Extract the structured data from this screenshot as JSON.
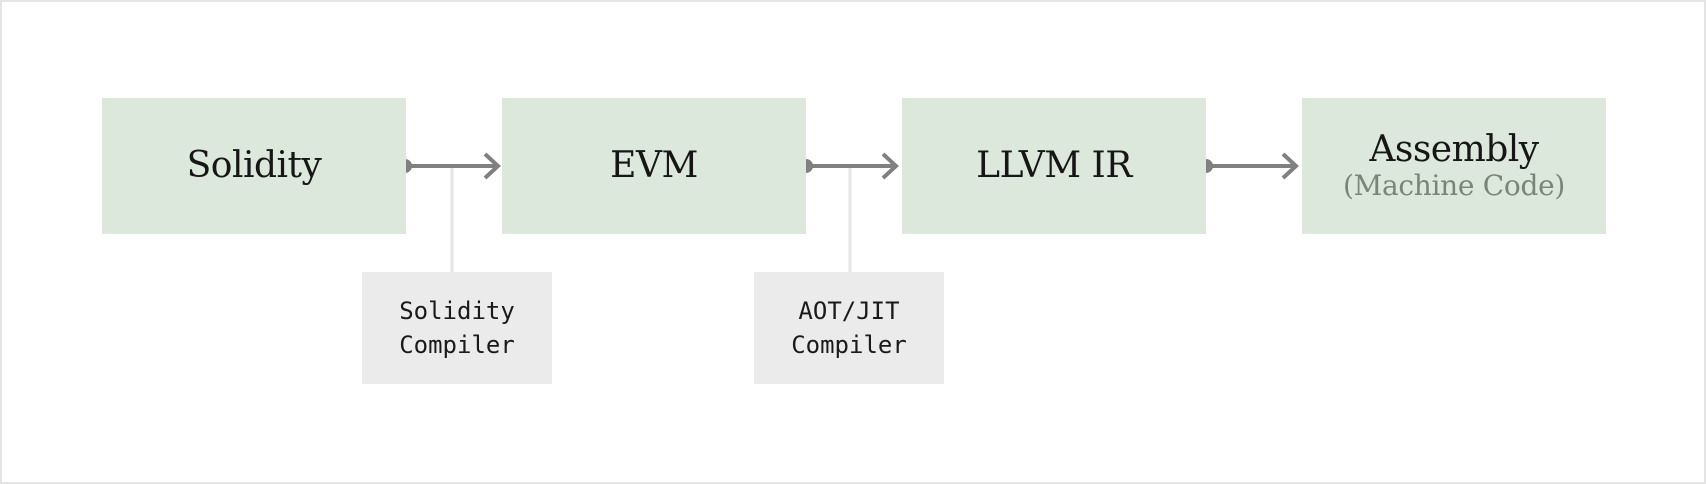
{
  "diagram": {
    "nodes": [
      {
        "label": "Solidity",
        "sub": ""
      },
      {
        "label": "EVM",
        "sub": ""
      },
      {
        "label": "LLVM IR",
        "sub": ""
      },
      {
        "label": "Assembly",
        "sub": "(Machine Code)"
      }
    ],
    "tools": [
      {
        "line1": "Solidity",
        "line2": "Compiler"
      },
      {
        "line1": "AOT/JIT",
        "line2": "Compiler"
      }
    ],
    "colors": {
      "node_fill": "#dde8dd",
      "tool_fill": "#ebebeb",
      "arrow": "#808080",
      "connector": "#e6e6e6",
      "subtitle": "#7a857a"
    }
  }
}
